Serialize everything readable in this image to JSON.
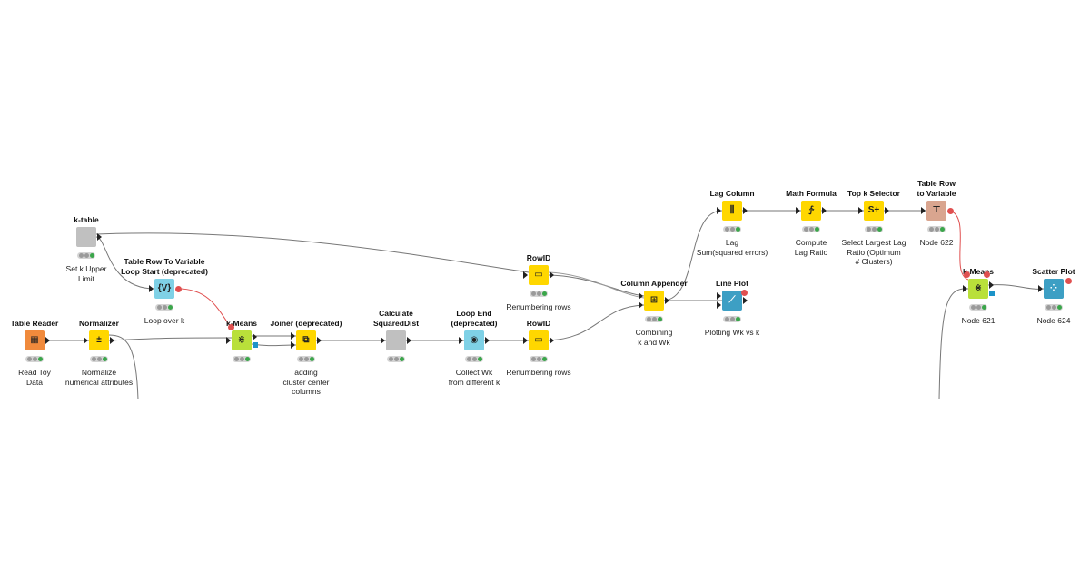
{
  "nodes": [
    {
      "id": "table-reader",
      "title": "Table Reader",
      "label": "Read Toy\nData",
      "color": "#f08a3c",
      "glyph": "▦",
      "ports_in": 0,
      "ports_out": 1,
      "status": [
        "idle",
        "idle",
        "ok"
      ]
    },
    {
      "id": "normalizer",
      "title": "Normalizer",
      "label": "Normalize\nnumerical attributes",
      "color": "#ffd700",
      "glyph": "±",
      "ports_in": 1,
      "ports_out": 1,
      "status": [
        "idle",
        "idle",
        "ok"
      ]
    },
    {
      "id": "k-table",
      "title": "k-table",
      "label": "Set k Upper\nLimit",
      "color": "#c0c0c0",
      "glyph": "",
      "ports_in": 0,
      "ports_out": 1,
      "status": [
        "idle",
        "idle",
        "ok"
      ]
    },
    {
      "id": "table-row-to-variable-loop-start",
      "title": "Table Row To Variable\nLoop Start (deprecated)",
      "label": "Loop over k",
      "color": "#7fd1e6",
      "glyph": "{V}",
      "ports_in": 1,
      "ports_out": 0,
      "status": [
        "idle",
        "idle",
        "ok"
      ]
    },
    {
      "id": "k-means-1",
      "title": "k-Means",
      "label": "",
      "color": "#b9e03a",
      "glyph": "⋇",
      "ports_in": 1,
      "ports_out": 2,
      "status": [
        "idle",
        "idle",
        "ok"
      ]
    },
    {
      "id": "joiner",
      "title": "Joiner (deprecated)",
      "label": "adding\ncluster center\ncolumns",
      "color": "#ffd700",
      "glyph": "⧉",
      "ports_in": 2,
      "ports_out": 1,
      "status": [
        "idle",
        "idle",
        "ok"
      ]
    },
    {
      "id": "calculate-squareddist",
      "title": "Calculate\nSquaredDist",
      "label": "",
      "color": "#c0c0c0",
      "glyph": "",
      "ports_in": 1,
      "ports_out": 1,
      "status": [
        "idle",
        "idle",
        "ok"
      ]
    },
    {
      "id": "loop-end",
      "title": "Loop End\n(deprecated)",
      "label": "Collect Wk\nfrom different k",
      "color": "#7fd1e6",
      "glyph": "◉",
      "ports_in": 1,
      "ports_out": 1,
      "status": [
        "idle",
        "idle",
        "ok"
      ]
    },
    {
      "id": "rowid-1",
      "title": "RowID",
      "label": "Renumbering rows",
      "color": "#ffd700",
      "glyph": "▭",
      "ports_in": 1,
      "ports_out": 1,
      "status": [
        "idle",
        "idle",
        "ok"
      ]
    },
    {
      "id": "rowid-2",
      "title": "RowID",
      "label": "Renumbering rows",
      "color": "#ffd700",
      "glyph": "▭",
      "ports_in": 1,
      "ports_out": 1,
      "status": [
        "idle",
        "idle",
        "ok"
      ]
    },
    {
      "id": "column-appender",
      "title": "Column Appender",
      "label": "Combining\nk and Wk",
      "color": "#ffd700",
      "glyph": "⊞",
      "ports_in": 2,
      "ports_out": 1,
      "status": [
        "idle",
        "idle",
        "ok"
      ]
    },
    {
      "id": "line-plot",
      "title": "Line Plot",
      "label": "Plotting Wk vs k",
      "color": "#3d9fc4",
      "glyph": "⟋",
      "ports_in": 2,
      "ports_out": 1,
      "status": [
        "idle",
        "idle",
        "ok"
      ]
    },
    {
      "id": "lag-column",
      "title": "Lag Column",
      "label": "Lag\nSum(squared errors)",
      "color": "#ffd700",
      "glyph": "⫼",
      "ports_in": 1,
      "ports_out": 1,
      "status": [
        "idle",
        "idle",
        "ok"
      ]
    },
    {
      "id": "math-formula",
      "title": "Math Formula",
      "label": "Compute\nLag Ratio",
      "color": "#ffd700",
      "glyph": "∱",
      "ports_in": 1,
      "ports_out": 1,
      "status": [
        "idle",
        "idle",
        "ok"
      ]
    },
    {
      "id": "top-k-selector",
      "title": "Top k Selector",
      "label": "Select Largest Lag\nRatio (Optimum\n# Clusters)",
      "color": "#ffd700",
      "glyph": "S+",
      "ports_in": 1,
      "ports_out": 1,
      "status": [
        "idle",
        "idle",
        "ok"
      ]
    },
    {
      "id": "table-row-to-variable",
      "title": "Table Row\nto Variable",
      "label": "Node 622",
      "color": "#d9a58f",
      "glyph": "⊤",
      "ports_in": 1,
      "ports_out": 0,
      "status": [
        "idle",
        "idle",
        "ok"
      ]
    },
    {
      "id": "k-means-2",
      "title": "k-Means",
      "label": "Node 621",
      "color": "#b9e03a",
      "glyph": "⋇",
      "ports_in": 1,
      "ports_out": 2,
      "status": [
        "idle",
        "idle",
        "ok"
      ]
    },
    {
      "id": "scatter-plot",
      "title": "Scatter Plot",
      "label": "Node 624",
      "color": "#3d9fc4",
      "glyph": "⁘",
      "ports_in": 1,
      "ports_out": 0,
      "status": [
        "idle",
        "idle",
        "ok"
      ]
    }
  ]
}
